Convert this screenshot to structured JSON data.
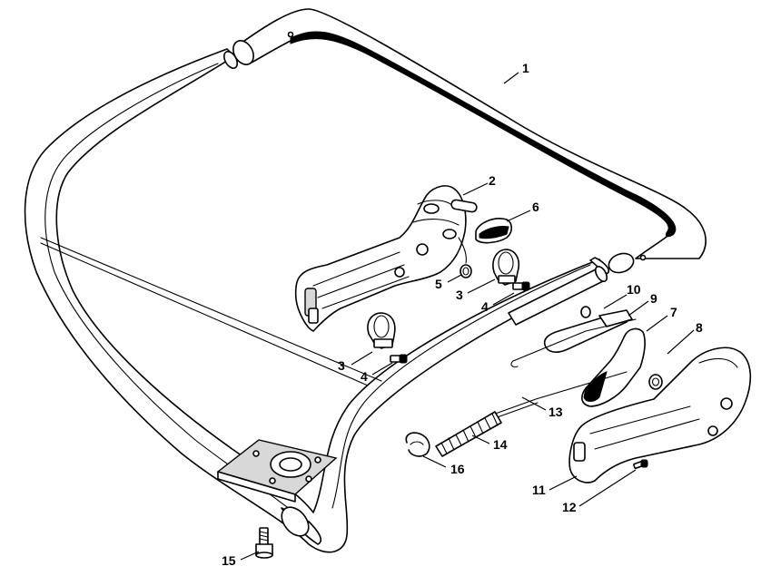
{
  "callouts": [
    {
      "id": "c1",
      "label": "1"
    },
    {
      "id": "c2",
      "label": "2"
    },
    {
      "id": "c3a",
      "label": "3"
    },
    {
      "id": "c3b",
      "label": "3"
    },
    {
      "id": "c4a",
      "label": "4"
    },
    {
      "id": "c4b",
      "label": "4"
    },
    {
      "id": "c5",
      "label": "5"
    },
    {
      "id": "c6",
      "label": "6"
    },
    {
      "id": "c7",
      "label": "7"
    },
    {
      "id": "c8",
      "label": "8"
    },
    {
      "id": "c9",
      "label": "9"
    },
    {
      "id": "c10",
      "label": "10"
    },
    {
      "id": "c11",
      "label": "11"
    },
    {
      "id": "c12",
      "label": "12"
    },
    {
      "id": "c13",
      "label": "13"
    },
    {
      "id": "c14",
      "label": "14"
    },
    {
      "id": "c15",
      "label": "15"
    },
    {
      "id": "c16",
      "label": "16"
    }
  ]
}
